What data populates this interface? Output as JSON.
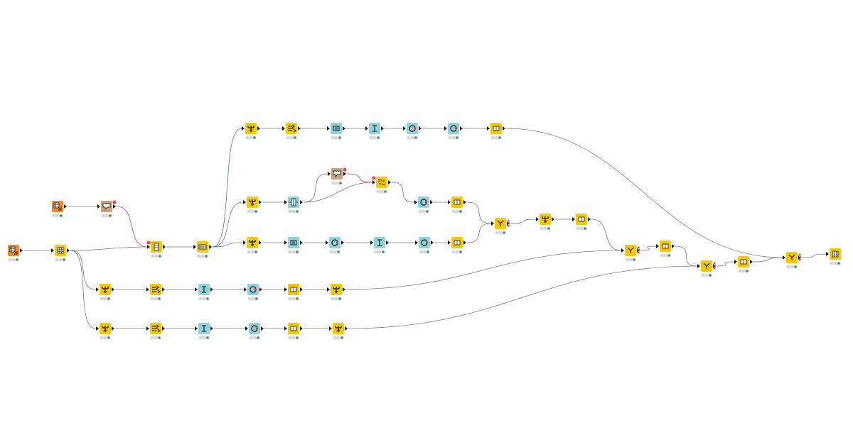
{
  "colors": {
    "background": "#ffffff",
    "edge_default": "#7a7a7a",
    "edge_flow_variable": "#e23a3a",
    "edge_highlight": "#3a78b8",
    "port_arrow": "#1a1a1a",
    "flow_port": "#e84a4a",
    "status_ok": "#3aa14a",
    "status_idle": "#d4d4d4",
    "status_pill_bg": "#e4e4e4",
    "error_cross": "#d02020",
    "node_category": {
      "io": "#f08a24",
      "manipulation": "#f5c800",
      "flow": "#c9a17a",
      "analytics": "#8ed2db",
      "table": "#f5c800"
    }
  },
  "workflow": {
    "nodes": [
      {
        "id": "n1",
        "category": "io",
        "icon": "table-reader-icon",
        "status": "executed"
      },
      {
        "id": "n2",
        "category": "table",
        "icon": "table-grid-icon",
        "status": "executed"
      },
      {
        "id": "n3",
        "category": "io",
        "icon": "variable-reader-icon",
        "status": "executed"
      },
      {
        "id": "n4",
        "category": "flow",
        "icon": "variable-filter-icon",
        "status": "executed"
      },
      {
        "id": "n5",
        "category": "manipulation",
        "icon": "column-rename-icon",
        "status": "executed"
      },
      {
        "id": "n6",
        "category": "manipulation",
        "icon": "partition-icon",
        "status": "executed"
      },
      {
        "id": "n7",
        "category": "manipulation",
        "icon": "groupby-icon",
        "status": "executed"
      },
      {
        "id": "n8",
        "category": "manipulation",
        "icon": "split-arrows-icon",
        "status": "executed"
      },
      {
        "id": "n9",
        "category": "analytics",
        "icon": "equal-icon",
        "status": "executed"
      },
      {
        "id": "n10",
        "category": "analytics",
        "icon": "cursor-text-icon",
        "status": "executed"
      },
      {
        "id": "n11",
        "category": "analytics",
        "icon": "ring-icon",
        "status": "executed"
      },
      {
        "id": "n12",
        "category": "analytics",
        "icon": "ring-icon",
        "status": "executed"
      },
      {
        "id": "n13",
        "category": "manipulation",
        "icon": "column-box-icon",
        "status": "executed"
      },
      {
        "id": "n14",
        "category": "manipulation",
        "icon": "groupby-icon",
        "status": "executed"
      },
      {
        "id": "n15",
        "category": "analytics",
        "icon": "column-split-icon",
        "status": "executed"
      },
      {
        "id": "n16",
        "category": "flow",
        "icon": "variable-filter-icon",
        "status": "executed"
      },
      {
        "id": "n17",
        "category": "manipulation",
        "icon": "math-formula-icon",
        "status": "executed"
      },
      {
        "id": "n18",
        "category": "analytics",
        "icon": "ring-icon",
        "status": "executed"
      },
      {
        "id": "n19",
        "category": "manipulation",
        "icon": "column-box-icon",
        "status": "executed"
      },
      {
        "id": "n20",
        "category": "manipulation",
        "icon": "groupby-down-icon",
        "status": "executed"
      },
      {
        "id": "n21",
        "category": "analytics",
        "icon": "equal-icon",
        "status": "executed"
      },
      {
        "id": "n22",
        "category": "analytics",
        "icon": "ring-icon",
        "status": "executed"
      },
      {
        "id": "n23",
        "category": "analytics",
        "icon": "cursor-text-icon",
        "status": "executed"
      },
      {
        "id": "n24",
        "category": "analytics",
        "icon": "ring-icon",
        "status": "executed"
      },
      {
        "id": "n25",
        "category": "manipulation",
        "icon": "column-box-icon",
        "status": "executed"
      },
      {
        "id": "n26",
        "category": "manipulation",
        "icon": "joiner-icon",
        "status": "executed"
      },
      {
        "id": "n27",
        "category": "manipulation",
        "icon": "groupby-icon",
        "status": "executed"
      },
      {
        "id": "n28",
        "category": "manipulation",
        "icon": "column-box-icon",
        "status": "executed"
      },
      {
        "id": "n29",
        "category": "manipulation",
        "icon": "groupby-icon",
        "status": "executed"
      },
      {
        "id": "n30",
        "category": "manipulation",
        "icon": "split-arrows-icon",
        "status": "executed"
      },
      {
        "id": "n31",
        "category": "analytics",
        "icon": "cursor-text-icon",
        "status": "executed"
      },
      {
        "id": "n32",
        "category": "analytics",
        "icon": "ring-icon",
        "status": "executed"
      },
      {
        "id": "n33",
        "category": "manipulation",
        "icon": "column-box-icon",
        "status": "executed"
      },
      {
        "id": "n34",
        "category": "manipulation",
        "icon": "groupby-icon",
        "status": "executed"
      },
      {
        "id": "n35",
        "category": "manipulation",
        "icon": "groupby-icon",
        "status": "executed"
      },
      {
        "id": "n36",
        "category": "manipulation",
        "icon": "split-arrows-icon",
        "status": "executed"
      },
      {
        "id": "n37",
        "category": "analytics",
        "icon": "cursor-text-icon",
        "status": "executed"
      },
      {
        "id": "n38",
        "category": "analytics",
        "icon": "ring-icon",
        "status": "executed"
      },
      {
        "id": "n39",
        "category": "manipulation",
        "icon": "column-box-icon",
        "status": "executed"
      },
      {
        "id": "n40",
        "category": "manipulation",
        "icon": "groupby-icon",
        "status": "executed"
      },
      {
        "id": "n41",
        "category": "manipulation",
        "icon": "joiner-icon",
        "status": "executed"
      },
      {
        "id": "n42",
        "category": "manipulation",
        "icon": "column-box-icon",
        "status": "executed"
      },
      {
        "id": "n43",
        "category": "manipulation",
        "icon": "joiner-icon",
        "status": "executed"
      },
      {
        "id": "n44",
        "category": "manipulation",
        "icon": "column-box-icon",
        "status": "executed"
      },
      {
        "id": "n45",
        "category": "manipulation",
        "icon": "joiner-icon",
        "status": "executed"
      },
      {
        "id": "n46",
        "category": "table",
        "icon": "table-view-icon",
        "status": "executed"
      }
    ],
    "edges": [
      {
        "from": "n1",
        "to": "n2",
        "kind": "data"
      },
      {
        "from": "n2",
        "to": "n5",
        "kind": "data"
      },
      {
        "from": "n3",
        "to": "n4",
        "kind": "data"
      },
      {
        "from": "n4",
        "to": "n5",
        "kind": "flow_variable"
      },
      {
        "from": "n5",
        "to": "n6",
        "kind": "data"
      },
      {
        "from": "n6",
        "to": "n7",
        "kind": "highlight"
      },
      {
        "from": "n6",
        "to": "n14",
        "kind": "data"
      },
      {
        "from": "n6",
        "to": "n20",
        "kind": "data"
      },
      {
        "from": "n7",
        "to": "n8",
        "kind": "data"
      },
      {
        "from": "n8",
        "to": "n9",
        "kind": "data"
      },
      {
        "from": "n9",
        "to": "n10",
        "kind": "data"
      },
      {
        "from": "n10",
        "to": "n11",
        "kind": "data"
      },
      {
        "from": "n11",
        "to": "n12",
        "kind": "data"
      },
      {
        "from": "n12",
        "to": "n13",
        "kind": "data"
      },
      {
        "from": "n13",
        "to": "n45",
        "kind": "data"
      },
      {
        "from": "n14",
        "to": "n15",
        "kind": "data"
      },
      {
        "from": "n15",
        "to": "n16",
        "kind": "data"
      },
      {
        "from": "n15",
        "to": "n17",
        "kind": "data"
      },
      {
        "from": "n16",
        "to": "n17",
        "kind": "flow_variable"
      },
      {
        "from": "n17",
        "to": "n18",
        "kind": "data"
      },
      {
        "from": "n18",
        "to": "n19",
        "kind": "data"
      },
      {
        "from": "n19",
        "to": "n26",
        "kind": "data"
      },
      {
        "from": "n20",
        "to": "n21",
        "kind": "data"
      },
      {
        "from": "n21",
        "to": "n22",
        "kind": "data"
      },
      {
        "from": "n22",
        "to": "n23",
        "kind": "data"
      },
      {
        "from": "n23",
        "to": "n24",
        "kind": "data"
      },
      {
        "from": "n24",
        "to": "n25",
        "kind": "data"
      },
      {
        "from": "n25",
        "to": "n26",
        "kind": "data"
      },
      {
        "from": "n26",
        "to": "n27",
        "kind": "data"
      },
      {
        "from": "n27",
        "to": "n28",
        "kind": "data"
      },
      {
        "from": "n28",
        "to": "n41",
        "kind": "data"
      },
      {
        "from": "n2",
        "to": "n29",
        "kind": "data"
      },
      {
        "from": "n29",
        "to": "n30",
        "kind": "data"
      },
      {
        "from": "n30",
        "to": "n31",
        "kind": "data"
      },
      {
        "from": "n31",
        "to": "n32",
        "kind": "data"
      },
      {
        "from": "n32",
        "to": "n33",
        "kind": "data"
      },
      {
        "from": "n33",
        "to": "n34",
        "kind": "data"
      },
      {
        "from": "n34",
        "to": "n41",
        "kind": "data"
      },
      {
        "from": "n2",
        "to": "n35",
        "kind": "data"
      },
      {
        "from": "n35",
        "to": "n36",
        "kind": "data"
      },
      {
        "from": "n36",
        "to": "n37",
        "kind": "data"
      },
      {
        "from": "n37",
        "to": "n38",
        "kind": "data"
      },
      {
        "from": "n38",
        "to": "n39",
        "kind": "data"
      },
      {
        "from": "n39",
        "to": "n40",
        "kind": "data"
      },
      {
        "from": "n40",
        "to": "n43",
        "kind": "data"
      },
      {
        "from": "n41",
        "to": "n42",
        "kind": "data"
      },
      {
        "from": "n42",
        "to": "n43",
        "kind": "data"
      },
      {
        "from": "n43",
        "to": "n44",
        "kind": "data"
      },
      {
        "from": "n44",
        "to": "n45",
        "kind": "data"
      },
      {
        "from": "n45",
        "to": "n46",
        "kind": "data"
      }
    ],
    "warnings": [
      "n26",
      "n41",
      "n43",
      "n45"
    ]
  }
}
